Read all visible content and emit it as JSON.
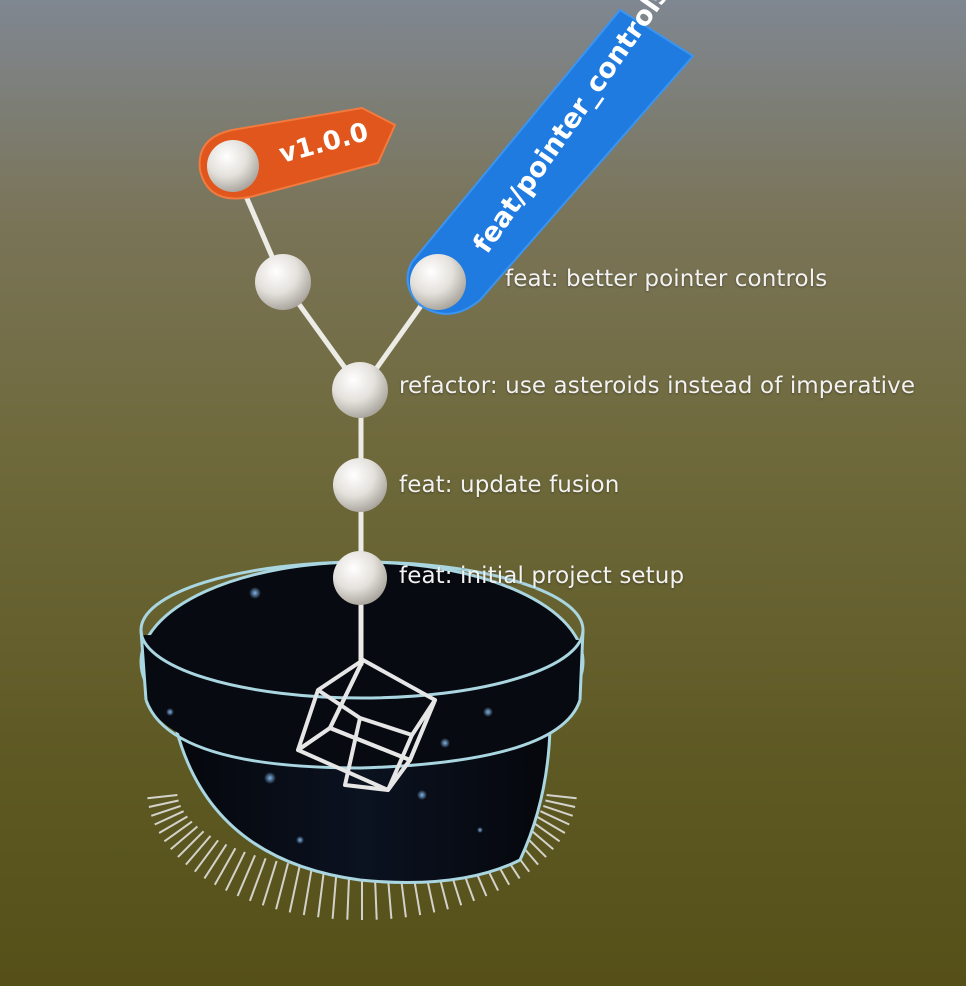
{
  "tags": {
    "version": {
      "label": "v1.0.0",
      "color": "#e0561c"
    },
    "branch": {
      "label": "feat/pointer_controls",
      "color": "#1f7be0"
    }
  },
  "commits": [
    {
      "message": "feat: better pointer controls"
    },
    {
      "message": "refactor: use asteroids instead of imperative"
    },
    {
      "message": "feat: update fusion"
    },
    {
      "message": "feat: initial project setup"
    }
  ]
}
